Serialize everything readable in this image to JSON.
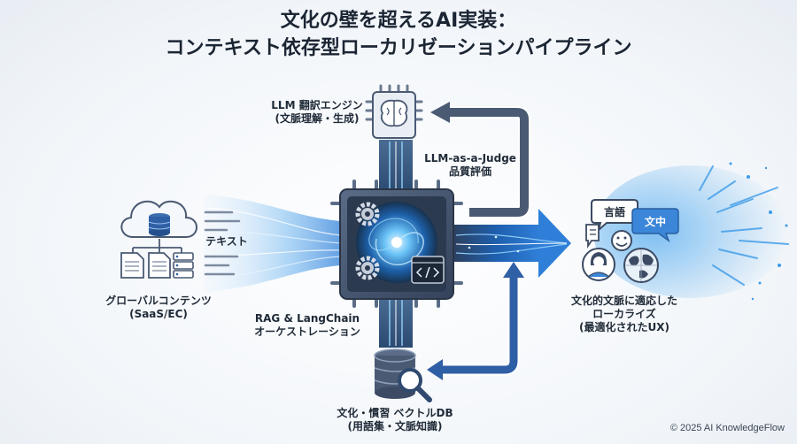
{
  "title": {
    "line1": "文化の壁を超えるAI実装：",
    "line2": "コンテキスト依存型ローカリゼーションパイプライン"
  },
  "nodes": {
    "source": {
      "line1": "グローバルコンテンツ",
      "line2": "(SaaS/EC)"
    },
    "text_label": "テキスト",
    "llm": {
      "line1": "LLM 翻訳エンジン",
      "line2": "(文脈理解・生成)"
    },
    "judge": {
      "line1": "LLM-as-a-Judge",
      "line2": "品質評価"
    },
    "orchestration": {
      "line1": "RAG & LangChain",
      "line2": "オーケストレーション"
    },
    "db": {
      "line1": "文化・慣習 ベクトルDB",
      "line2": "(用語集・文脈知識)"
    },
    "output": {
      "line1": "文化的文脈に適応した",
      "line2": "ローカライズ",
      "line3": "(最適化されたUX)"
    },
    "bubble1": "言語",
    "bubble2": "文中"
  },
  "icons": [
    "cloud-icon",
    "database-icon",
    "document-icon",
    "server-icon",
    "brain-chip-icon",
    "gear-icon",
    "code-window-icon",
    "magnifier-icon",
    "speech-bubble-icon",
    "person-icon",
    "globe-icon"
  ],
  "colors": {
    "accent": "#2f7fd9",
    "dark": "#3c4b63",
    "chip": "#4a5a73",
    "light_blue": "#8ccaf5"
  },
  "copyright": "© 2025 AI KnowledgeFlow"
}
